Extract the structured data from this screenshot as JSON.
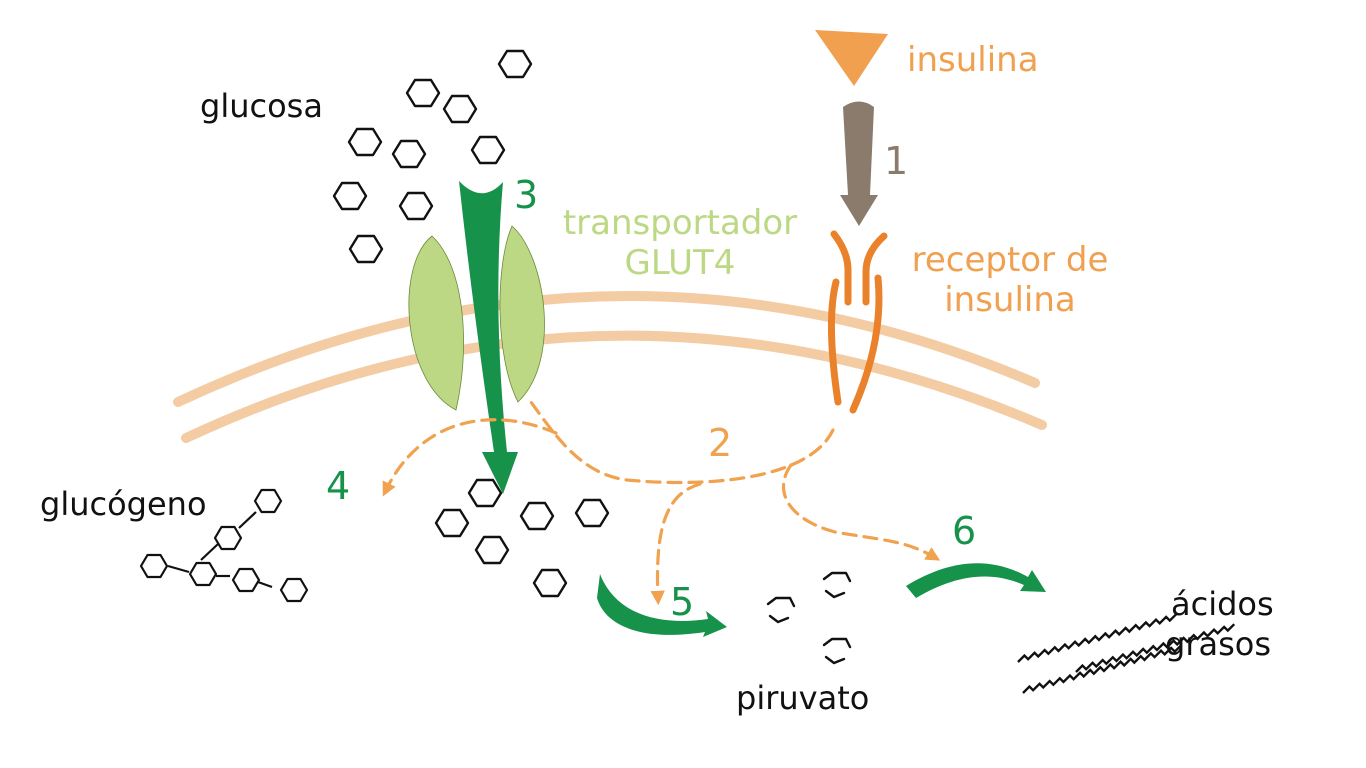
{
  "colors": {
    "membrane": "#f4cca4",
    "glut4": "#bcd884",
    "green_arrow": "#16924a",
    "green_text": "#16924a",
    "insulin": "#f0a04f",
    "receptor": "#e9822a",
    "dashed": "#f0a24f",
    "brown_arrow": "#8b7b6c",
    "black": "#111111"
  },
  "labels": {
    "glucosa": "glucosa",
    "insulina": "insulina",
    "glut4_line1": "transportador",
    "glut4_line2": "GLUT4",
    "receptor_line1": "receptor de",
    "receptor_line2": "insulina",
    "glucogeno": "glucógeno",
    "piruvato": "piruvato",
    "acidos_line1": "ácidos",
    "acidos_line2": "grasos"
  },
  "steps": {
    "s1": "1",
    "s2": "2",
    "s3": "3",
    "s4": "4",
    "s5": "5",
    "s6": "6"
  },
  "icons": [
    "glucose-hexagon-icon",
    "pyruvate-icon",
    "fatty-acid-chain-icon",
    "insulin-triangle-icon",
    "glycogen-chain-icon"
  ]
}
